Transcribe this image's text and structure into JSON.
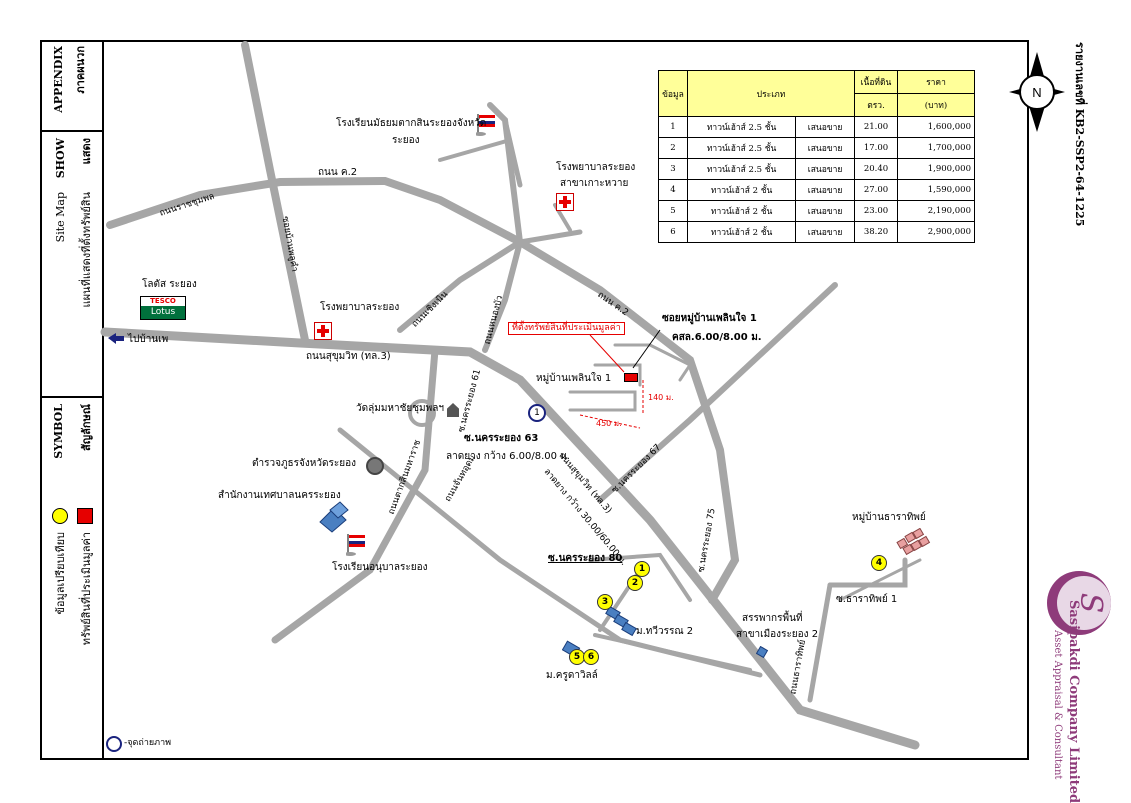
{
  "report_id": "รายงานเลขที่ KB2-SSP2-64-1225",
  "left_panel": {
    "appendix_th": "ภาคผนวก",
    "appendix_en": "APPENDIX",
    "show_th": "แสดง",
    "show_en": "SHOW",
    "site_map_th": "แผนที่แสดงที่ตั้งทรัพย์สิน",
    "site_map_en": "Site Map",
    "symbol_th": "สัญลักษณ์",
    "symbol_en": "SYMBOL",
    "legend_subject": "ทรัพย์สินที่ประเมินมูลค่า",
    "legend_compare": "ข้อมูลเปรียบเทียบ"
  },
  "company": {
    "name": "Sasipakdi Company Limited",
    "subtitle": "Asset Appraisal & Consultant",
    "logo_letter": "S"
  },
  "compass": {
    "letter": "N"
  },
  "table": {
    "headers": [
      "ข้อมูล",
      "ประเภท",
      "เนื้อที่ดิน",
      "ตรว.",
      "ราคา",
      "(บาท)"
    ],
    "rows": [
      {
        "no": "1",
        "type": "ทาวน์เฮ้าส์ 2.5 ชั้น",
        "status": "เสนอขาย",
        "area": "21.00",
        "price": "1,600,000"
      },
      {
        "no": "2",
        "type": "ทาวน์เฮ้าส์ 2.5 ชั้น",
        "status": "เสนอขาย",
        "area": "17.00",
        "price": "1,700,000"
      },
      {
        "no": "3",
        "type": "ทาวน์เฮ้าส์ 2.5 ชั้น",
        "status": "เสนอขาย",
        "area": "20.40",
        "price": "1,900,000"
      },
      {
        "no": "4",
        "type": "ทาวน์เฮ้าส์ 2 ชั้น",
        "status": "เสนอขาย",
        "area": "27.00",
        "price": "1,590,000"
      },
      {
        "no": "5",
        "type": "ทาวน์เฮ้าส์ 2 ชั้น",
        "status": "เสนอขาย",
        "area": "23.00",
        "price": "2,190,000"
      },
      {
        "no": "6",
        "type": "ทาวน์เฮ้าส์ 2 ชั้น",
        "status": "เสนอขาย",
        "area": "38.20",
        "price": "2,900,000"
      }
    ]
  },
  "map": {
    "school1": "โรงเรียนมัธยมตากสินระยองจังหวัด",
    "school1b": "ระยอง",
    "hospital2": "โรงพยาบาลระยอง",
    "hospital2b": "สาขาเกาะหวาย",
    "road_k2_top": "ถนน ค.2",
    "road_ratcha": "ถนนราชชุมพล",
    "soi_bukkhalo": "ซอยบ้านพลูคำ",
    "lotus_name": "โลตัส ระยอง",
    "lotus_logo1": "TESCO",
    "lotus_logo2": "Lotus",
    "hospital1": "โรงพยาบาลระยอง",
    "road_choeng": "ถนนเชิงเนิน",
    "road_nongbua": "ถนนหนองบัว",
    "road_k2_right": "ถนน ค.2",
    "soi_village": "ซอยหมู่บ้านเพลินใจ 1",
    "soi_village_width": "คสล.6.00/8.00 ม.",
    "subject_box": "ที่ตั้งทรัพย์สินที่ประเมินมูลค่า",
    "to_ban_phe": "ไปบ้านเพ",
    "road_sukhumvit": "ถนนสุขุมวิท (ทล.3)",
    "village_name": "หมู่บ้านเพลินใจ 1",
    "dim_140": "140 ม.",
    "dim_450": "450 ม.",
    "wat": "วัดลุ่มมหาชัยชุมพลฯ",
    "soi_63": "ซ.นครระยอง 63",
    "soi_63_width": "ลาดยาง กว้าง 6.00/8.00 ม.",
    "soi_vert": "ซ.นครระยอง 61",
    "police": "ตำรวจภูธรจังหวัดระยอง",
    "municipal": "สำนักงานเทศบาลนครระยอง",
    "road_taksin": "ถนนตากสินมหาราช",
    "road_saeng": "ถนนจันทอุดม",
    "road_sukhumvit2": "ถนนสุขุมวิท (ทล.3)",
    "road_sukhumvit2_width": "ลาดยาง กว้าง 30.00/60.00 ม.",
    "soi_67": "ซ.นครระยอง 67",
    "soi_75": "ซ.นครระยอง 75",
    "village_tharathip": "หมู่บ้านธาราทิพย์",
    "school2": "โรงเรียนอนุบาลระยอง",
    "soi_80": "ซ.นครระยอง 80",
    "m_thawiwan": "ม.ทวีวรรณ 2",
    "m_kru": "ม.ครูดาวิลล์",
    "revenue": "สรรพากรพื้นที่",
    "revenue_b": "สาขาเมืองระยอง 2",
    "soi_tharathip": "ซ.ธาราทิพย์ 1",
    "road_tharathip": "ถนนธาราทิพย์",
    "photo_legend": "-จุดถ่ายภาพ",
    "photo_no": "1",
    "markers": [
      "1",
      "2",
      "3",
      "4",
      "5",
      "6"
    ]
  }
}
